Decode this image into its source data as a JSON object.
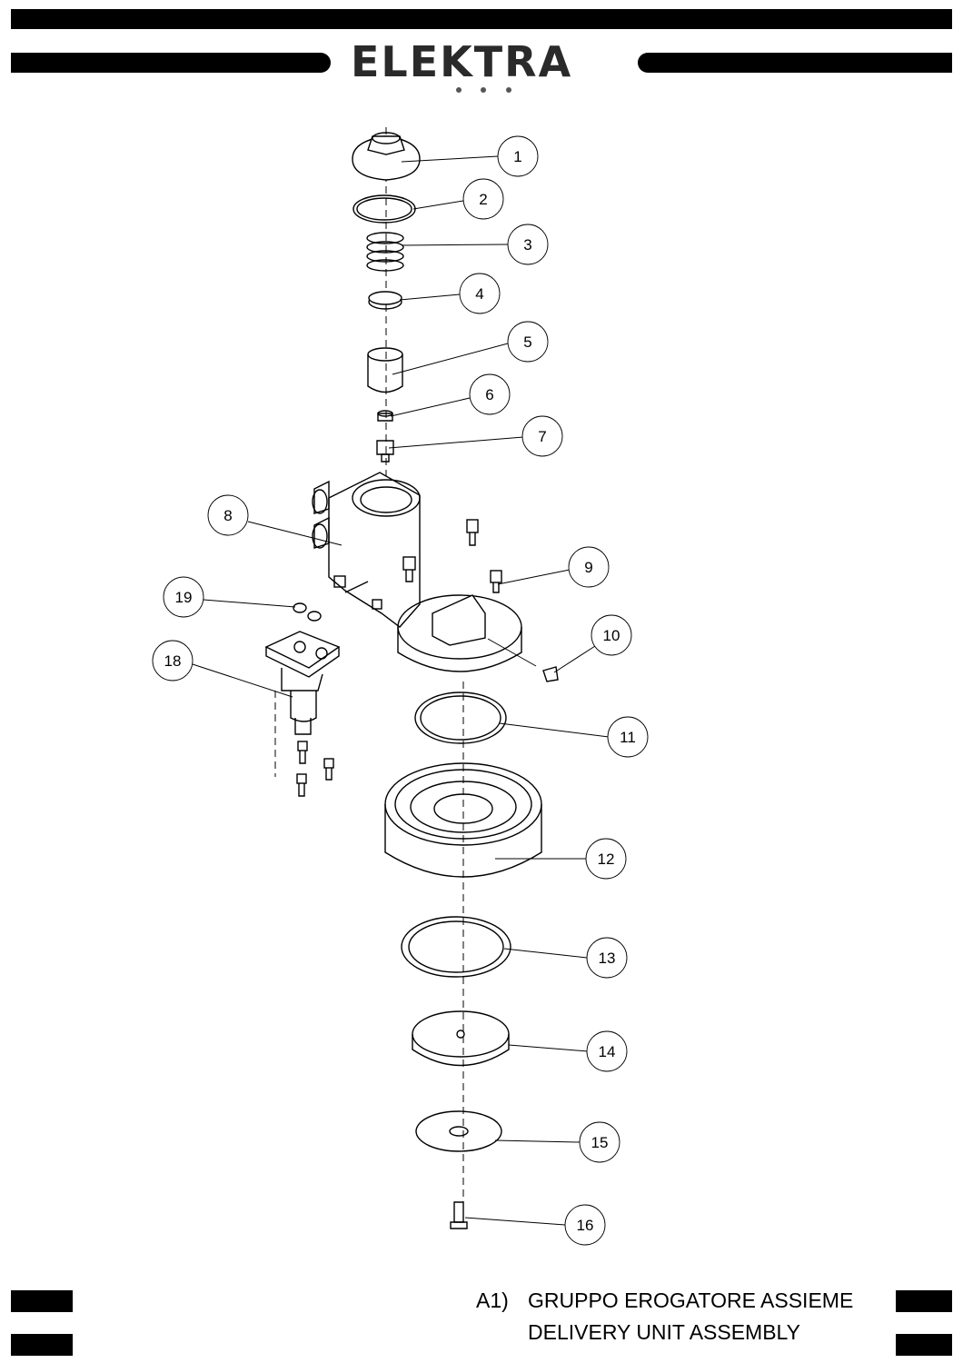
{
  "brand": {
    "logo_text": "ELEKTRA"
  },
  "caption": {
    "code": "A1)",
    "line1": "GRUPPO EROGATORE ASSIEME",
    "line2": "DELIVERY UNIT ASSEMBLY"
  },
  "callouts": [
    "1",
    "2",
    "3",
    "4",
    "5",
    "6",
    "7",
    "8",
    "9",
    "10",
    "11",
    "12",
    "13",
    "14",
    "15",
    "16",
    "18",
    "19"
  ]
}
